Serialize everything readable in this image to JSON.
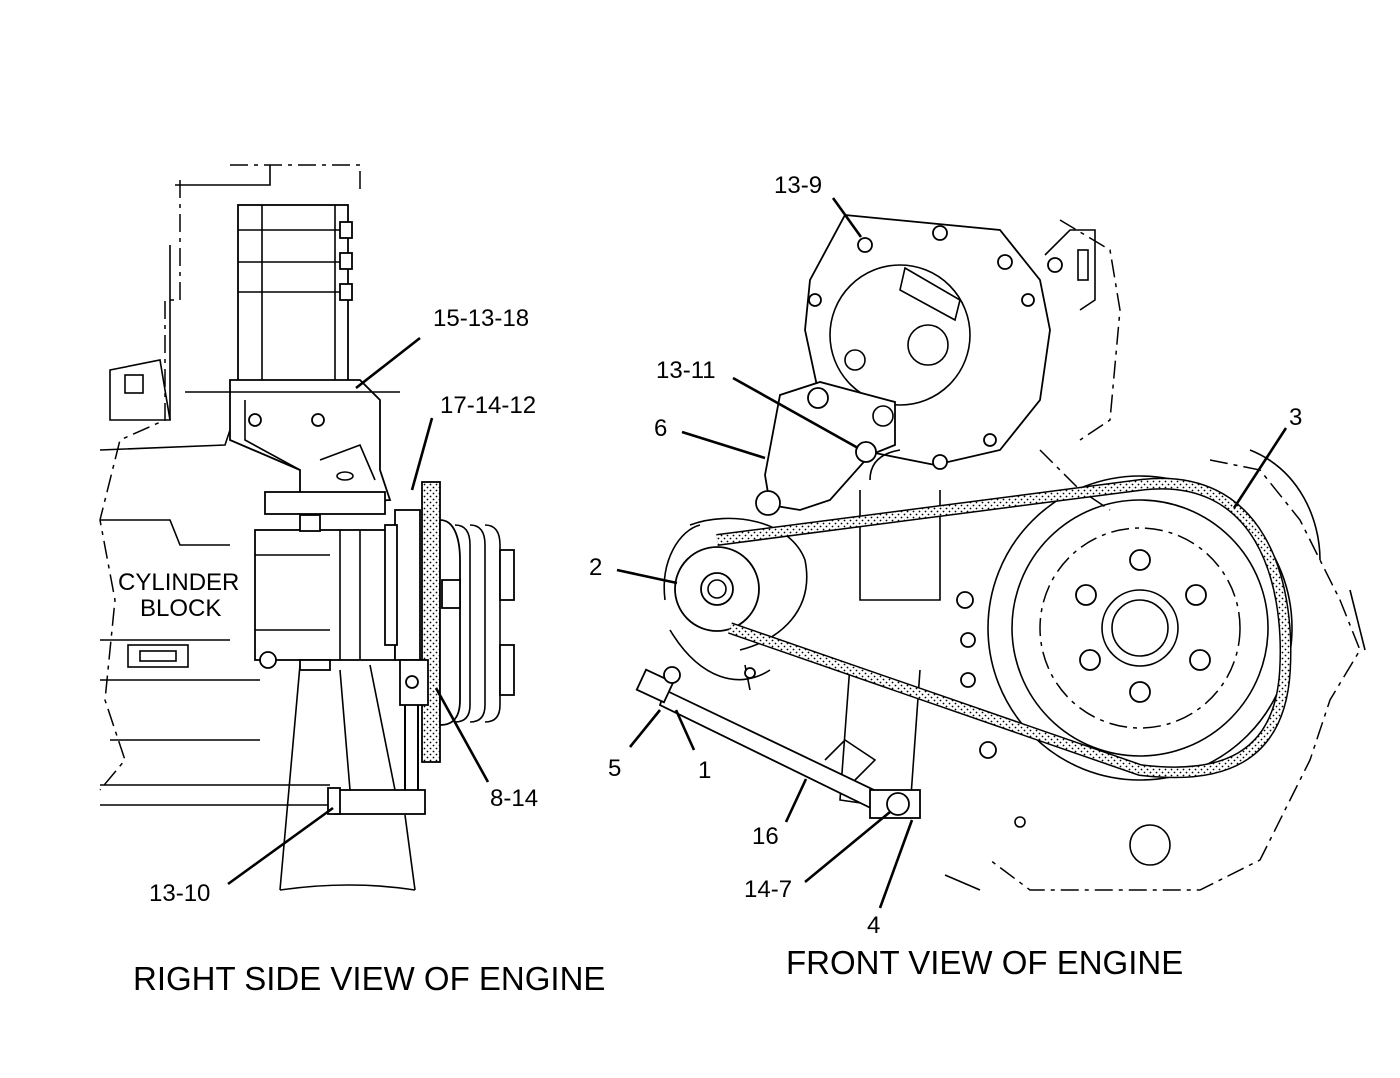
{
  "views": {
    "side": {
      "title": "RIGHT SIDE VIEW OF ENGINE",
      "block_label": [
        "CYLINDER",
        "BLOCK"
      ],
      "callouts": [
        "15-13-18",
        "17-14-12",
        "8-14",
        "13-10"
      ]
    },
    "front": {
      "title": "FRONT VIEW OF ENGINE",
      "callouts": [
        "13-9",
        "13-11",
        "6",
        "3",
        "2",
        "5",
        "1",
        "16",
        "14-7",
        "4"
      ]
    }
  },
  "colors": {
    "line": "#000000",
    "background": "#ffffff",
    "belt_fill": "#ffffff"
  }
}
